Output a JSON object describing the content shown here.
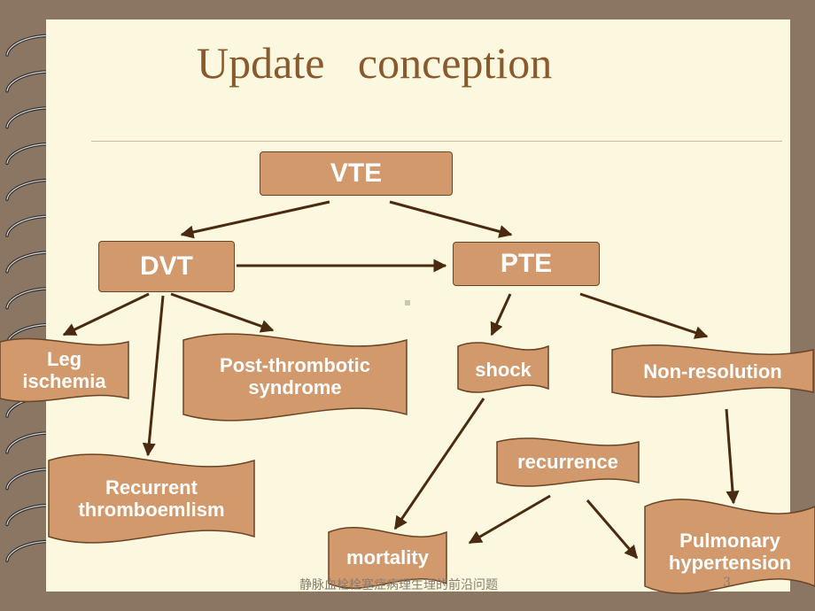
{
  "slide": {
    "title": "Update   conception",
    "footer": "静脉血栓栓塞症病理生理的前沿问题",
    "page_number": "3"
  },
  "nodes": {
    "vte": "VTE",
    "dvt": "DVT",
    "pte": "PTE",
    "leg_ischemia": [
      "Leg",
      "ischemia"
    ],
    "post_thrombotic": [
      "Post-thrombotic",
      "syndrome"
    ],
    "recurrent_te": [
      "Recurrent",
      "thromboemlism"
    ],
    "shock": "shock",
    "non_resolution": "Non-resolution",
    "recurrence": "recurrence",
    "mortality": "mortality",
    "pulmonary_ht": [
      "Pulmonary",
      "hypertension"
    ]
  },
  "colors": {
    "background": "#8b7563",
    "slide": "#fbf8df",
    "node_fill": "#d1996c",
    "node_border": "#6a4424",
    "title": "#8a5a2e",
    "arrow": "#4a2a10"
  }
}
